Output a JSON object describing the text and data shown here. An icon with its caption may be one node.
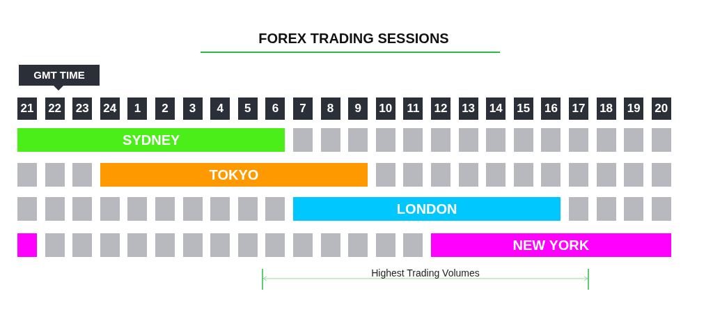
{
  "diagram": {
    "title": "FOREX TRADING SESSIONS",
    "nodes": [
      {
        "text": [
          "SYDNEY"
        ]
      },
      {
        "text": [
          "TOKYO"
        ]
      },
      {
        "text": [
          "LONDON"
        ]
      },
      {
        "text": [],
        "shape": "box"
      },
      {
        "text": [
          "NEW YORK"
        ]
      }
    ],
    "labels": [
      "GMT TIME",
      "21",
      "22",
      "23",
      "24",
      "1",
      "2",
      "3",
      "4",
      "5",
      "6",
      "7",
      "8",
      "9",
      "10",
      "11",
      "12",
      "13",
      "14",
      "15",
      "16",
      "17",
      "18",
      "19",
      "20",
      "Highest Trading Volumes"
    ]
  }
}
